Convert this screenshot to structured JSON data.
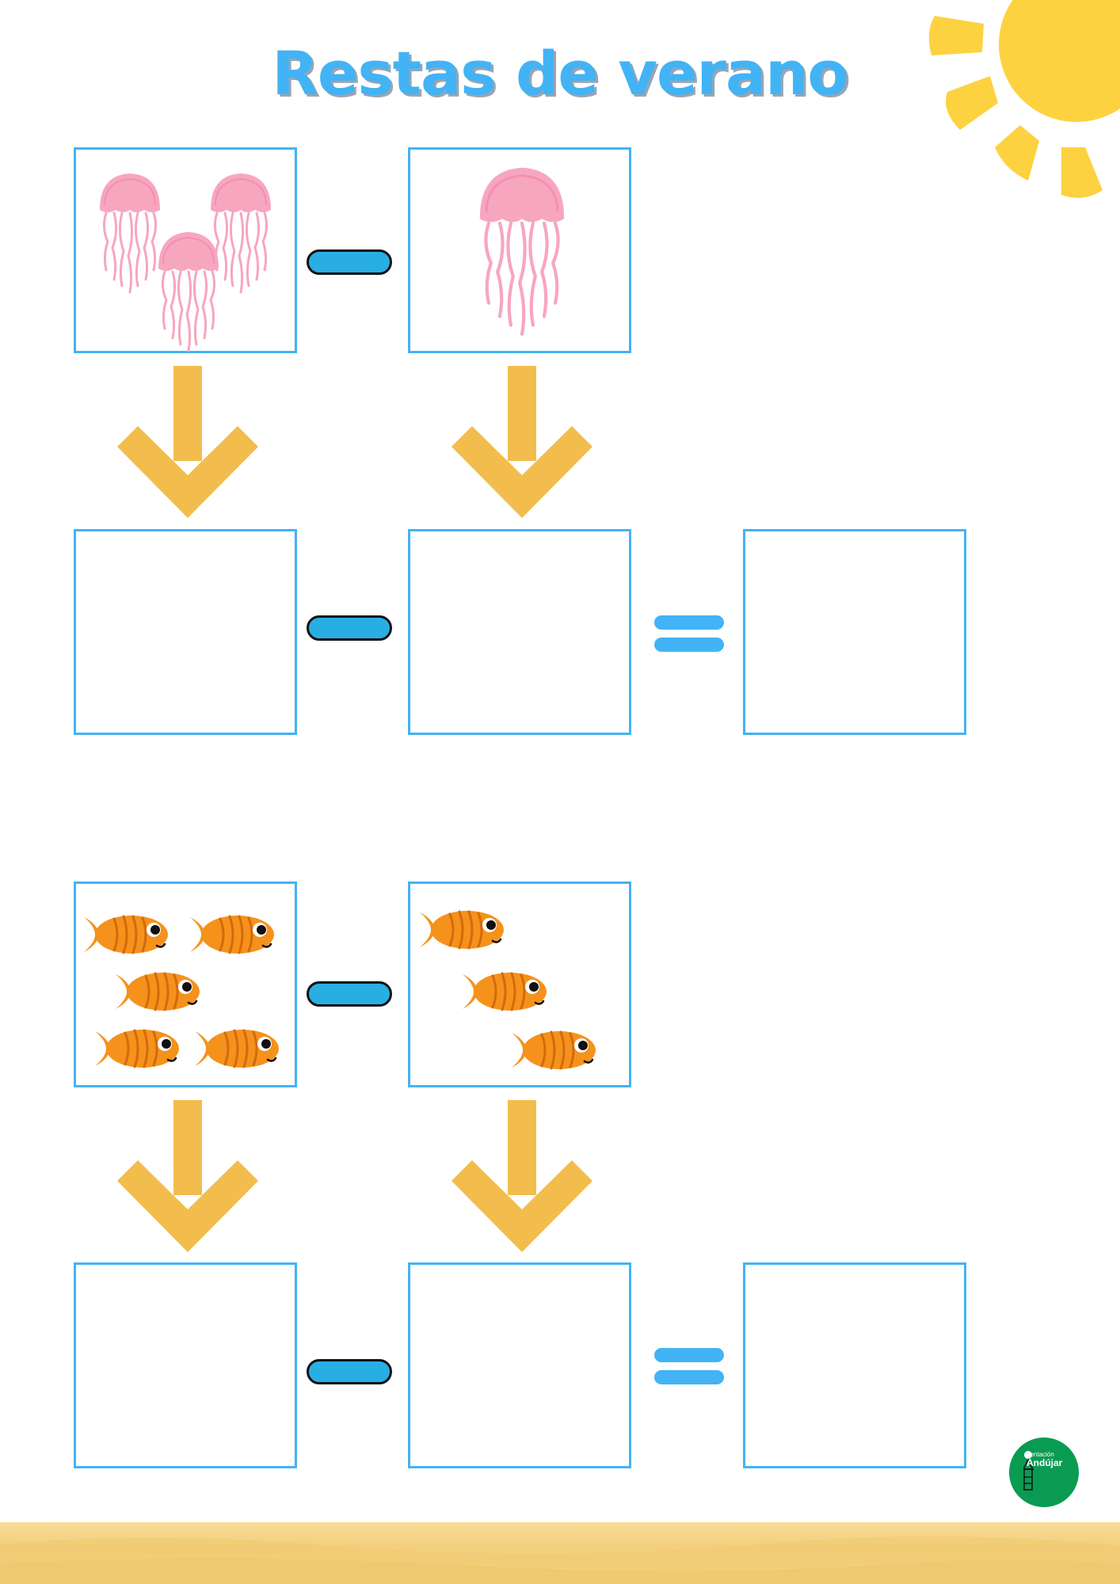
{
  "header": {
    "title": "Restas de verano"
  },
  "colors": {
    "title": "#42b3f5",
    "box_border": "#42b3f5",
    "minus": "#29aee4",
    "equals": "#42b3f5",
    "arrow": "#f2bd4d",
    "sun": "#fdd240",
    "jellyfish": "#f7a6bf",
    "fish": "#f5921c",
    "logo": "#0a9b52",
    "sand": "#f3cf7d"
  },
  "exercises": [
    {
      "picture_item": "jellyfish-icon",
      "left_count": 3,
      "right_count": 1
    },
    {
      "picture_item": "fish-icon",
      "left_count": 5,
      "right_count": 3
    }
  ],
  "logo": {
    "line1": "rientación",
    "line2": "Andújar"
  }
}
